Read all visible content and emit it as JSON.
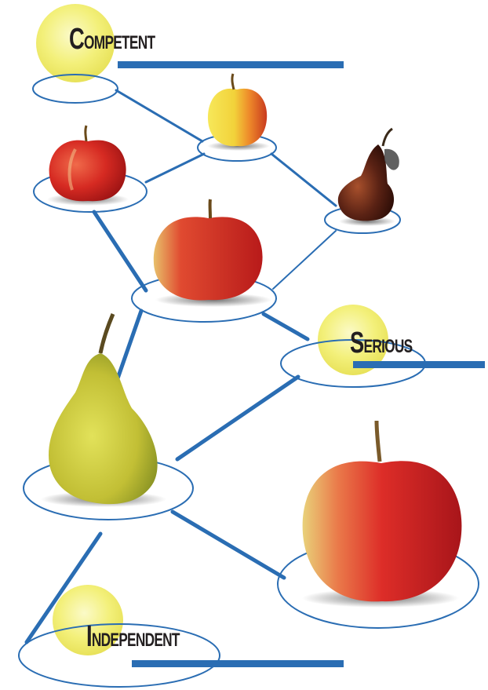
{
  "labels": {
    "competent": {
      "cap": "C",
      "rest": "OMPETENT"
    },
    "serious": {
      "cap": "S",
      "rest": "ERIOUS"
    },
    "independent": {
      "cap": "I",
      "rest": "NDEPENDENT"
    }
  },
  "colors": {
    "line_blue": "#2a6db3",
    "circle_yellow": "#f3f07a",
    "label_dark": "#231f20",
    "apple_red": "#d62a22",
    "apple_yellow": "#f2d23a",
    "pear_green": "#c7c63a",
    "pear_brown": "#4a1d12"
  },
  "fruits": [
    {
      "kind": "apple",
      "name": "small-bicolor-apple"
    },
    {
      "kind": "apple",
      "name": "red-apple-left"
    },
    {
      "kind": "pear",
      "name": "red-pear"
    },
    {
      "kind": "apple",
      "name": "medium-red-apple"
    },
    {
      "kind": "pear",
      "name": "green-pear"
    },
    {
      "kind": "apple",
      "name": "large-red-apple"
    }
  ]
}
